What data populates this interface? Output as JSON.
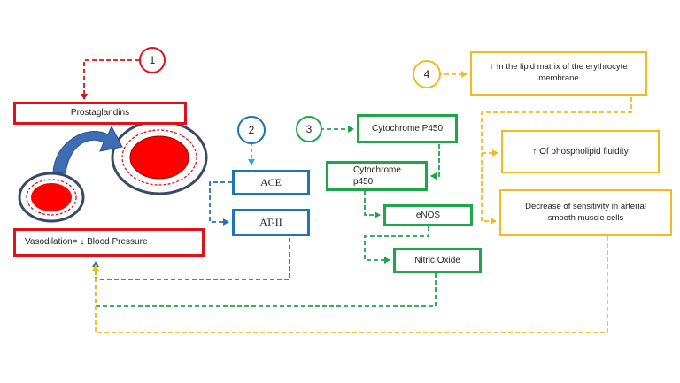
{
  "colors": {
    "red": "#e0111b",
    "blue": "#1f73b7",
    "green": "#1fa64a",
    "yellow": "#f2bb1f",
    "cell_fill": "#ff0000",
    "cell_ring": "#3b4a63",
    "arrow": "#3f6db5"
  },
  "steps": {
    "s1": "1",
    "s2": "2",
    "s3": "3",
    "s4": "4"
  },
  "red_path": {
    "prostaglandins": "Prostaglandins",
    "vasodilation": "Vasodilation= ↓ Blood Pressure"
  },
  "blue_path": {
    "ace": "ACE",
    "at2": "AT-II"
  },
  "green_path": {
    "cyp1": "Cytochrome P450",
    "cyp2_line1": "Cytochrome",
    "cyp2_line2": "p450",
    "enos": "eNOS",
    "no": "Nitric Oxide"
  },
  "yellow_path": {
    "lipid_line1": "↑ In the lipid matrix of the  erythrocyte",
    "lipid_line2": "membrane",
    "fluidity": "↑ Of phospholipid fluidity",
    "sens_line1": "Decrease of sensitivity in arterial",
    "sens_line2": "smooth muscle cells"
  },
  "icons": [
    "small-blood-cell-icon",
    "large-blood-cell-icon",
    "curved-arrow-icon"
  ]
}
